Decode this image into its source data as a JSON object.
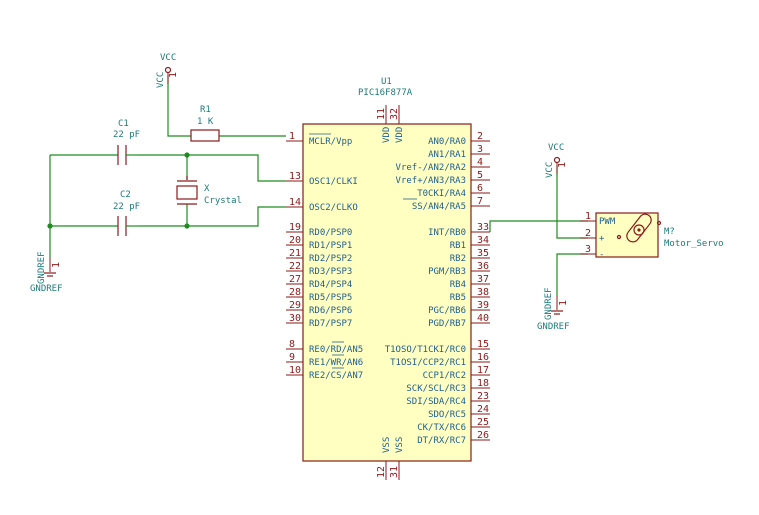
{
  "colors": {
    "wire": "#1e8c1e",
    "component": "#8b1a1a",
    "ic_fill": "#ffffc2",
    "label": "#1f7a7a",
    "pin_name": "#1f5f8f"
  },
  "u1": {
    "ref": "U1",
    "value": "PIC16F877A",
    "top_pins": [
      {
        "num": "11",
        "name": "VDD"
      },
      {
        "num": "32",
        "name": "VDD"
      }
    ],
    "bottom_pins": [
      {
        "num": "12",
        "name": "VSS"
      },
      {
        "num": "31",
        "name": "VSS"
      }
    ],
    "left_pins": [
      {
        "num": "1",
        "name": "MCLR/Vpp"
      },
      {
        "num": "13",
        "name": "OSC1/CLKI"
      },
      {
        "num": "14",
        "name": "OSC2/CLKO"
      },
      {
        "num": "19",
        "name": "RD0/PSP0"
      },
      {
        "num": "20",
        "name": "RD1/PSP1"
      },
      {
        "num": "21",
        "name": "RD2/PSP2"
      },
      {
        "num": "22",
        "name": "RD3/PSP3"
      },
      {
        "num": "27",
        "name": "RD4/PSP4"
      },
      {
        "num": "28",
        "name": "RD5/PSP5"
      },
      {
        "num": "29",
        "name": "RD6/PSP6"
      },
      {
        "num": "30",
        "name": "RD7/PSP7"
      },
      {
        "num": "8",
        "name": "RE0/RD/AN5"
      },
      {
        "num": "9",
        "name": "RE1/WR/AN6"
      },
      {
        "num": "10",
        "name": "RE2/CS/AN7"
      }
    ],
    "right_pins": [
      {
        "num": "2",
        "name": "AN0/RA0"
      },
      {
        "num": "3",
        "name": "AN1/RA1"
      },
      {
        "num": "4",
        "name": "Vref-/AN2/RA2"
      },
      {
        "num": "5",
        "name": "Vref+/AN3/RA3"
      },
      {
        "num": "6",
        "name": "T0CKI/RA4"
      },
      {
        "num": "7",
        "name": "SS/AN4/RA5"
      },
      {
        "num": "33",
        "name": "INT/RB0"
      },
      {
        "num": "34",
        "name": "RB1"
      },
      {
        "num": "35",
        "name": "RB2"
      },
      {
        "num": "36",
        "name": "PGM/RB3"
      },
      {
        "num": "37",
        "name": "RB4"
      },
      {
        "num": "38",
        "name": "RB5"
      },
      {
        "num": "39",
        "name": "PGC/RB6"
      },
      {
        "num": "40",
        "name": "PGD/RB7"
      },
      {
        "num": "15",
        "name": "T1OSO/T1CKI/RC0"
      },
      {
        "num": "16",
        "name": "T1OSI/CCP2/RC1"
      },
      {
        "num": "17",
        "name": "CCP1/RC2"
      },
      {
        "num": "18",
        "name": "SCK/SCL/RC3"
      },
      {
        "num": "23",
        "name": "SDI/SDA/RC4"
      },
      {
        "num": "24",
        "name": "SDO/RC5"
      },
      {
        "num": "25",
        "name": "CK/TX/RC6"
      },
      {
        "num": "26",
        "name": "DT/RX/RC7"
      }
    ]
  },
  "r1": {
    "ref": "R1",
    "value": "1 K"
  },
  "c1": {
    "ref": "C1",
    "value": "22 pF"
  },
  "c2": {
    "ref": "C2",
    "value": "22 pF"
  },
  "x1": {
    "ref": "X",
    "value": "Crystal"
  },
  "servo": {
    "ref": "M?",
    "value": "Motor_Servo",
    "pins": [
      {
        "num": "1",
        "name": "PWM"
      },
      {
        "num": "2",
        "name": "+"
      },
      {
        "num": "3",
        "name": "-"
      }
    ]
  },
  "power": {
    "vcc_label": "VCC",
    "vcc_pin": "1",
    "gnd_label": "GNDREF",
    "gnd_pin": "1",
    "gnd_net": "GNDREF"
  }
}
